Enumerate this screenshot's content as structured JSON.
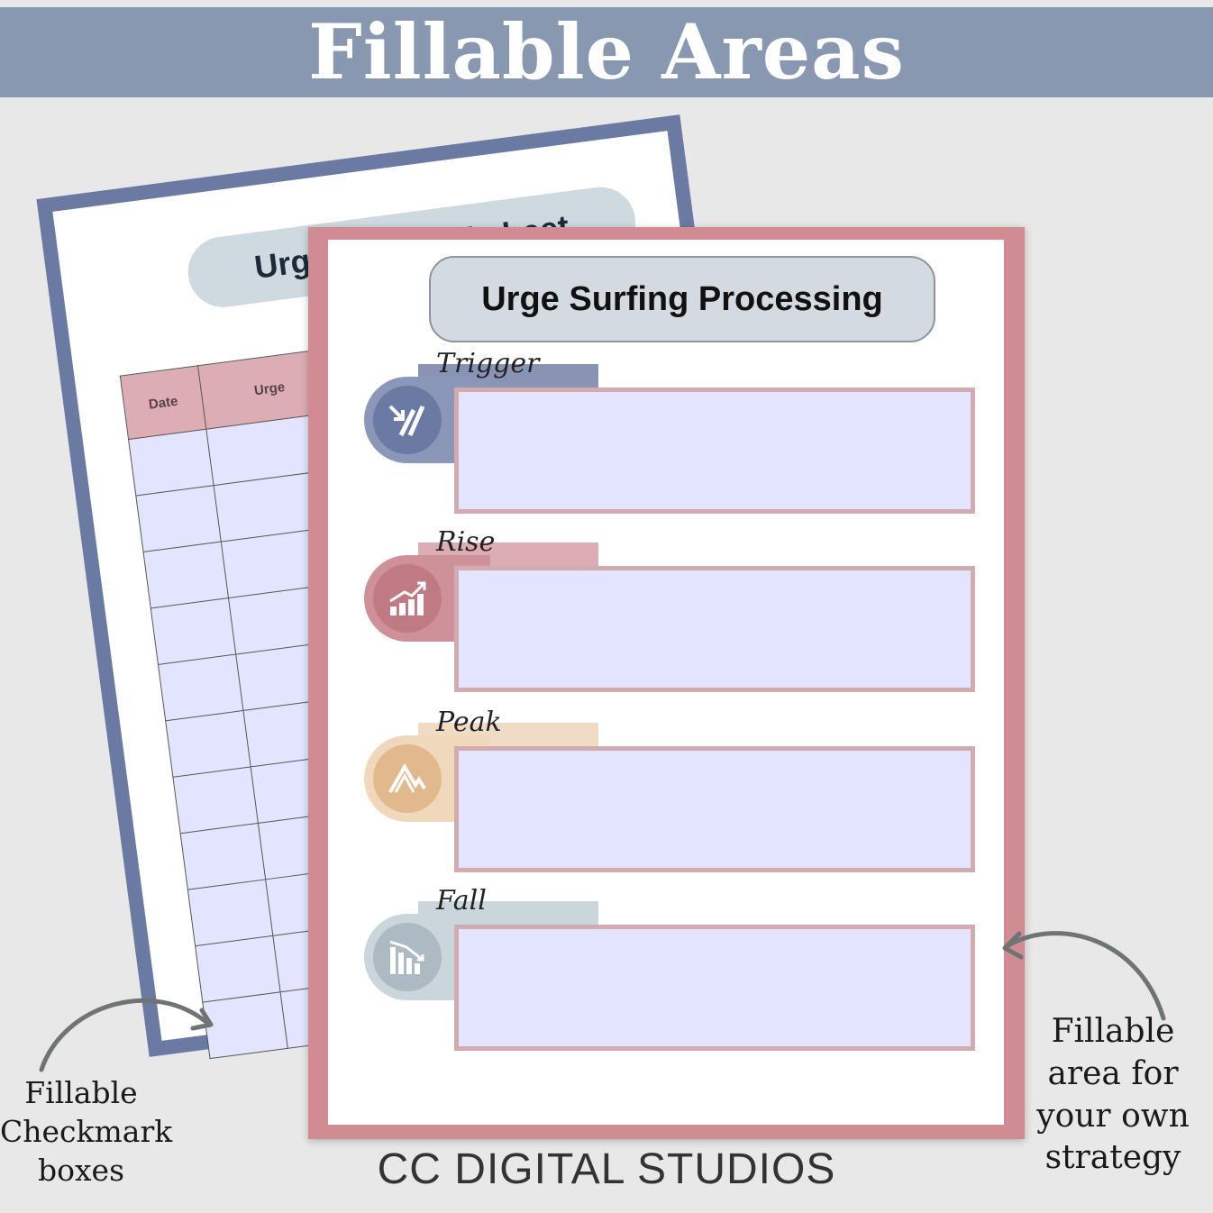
{
  "banner": {
    "title": "Fillable Areas"
  },
  "urge_log": {
    "title": "Urge Log Worksheet",
    "columns": [
      "Date",
      "Urge"
    ],
    "row_count": 11
  },
  "urge_surfing": {
    "title": "Urge Surfing Processing",
    "sections": [
      {
        "label": "Trigger",
        "icon": "trigger-icon",
        "color": "#8994b5",
        "pill_color": "#8a97b9"
      },
      {
        "label": "Rise",
        "icon": "rise-icon",
        "color": "#dcaeb3",
        "pill_color": "#cf9199"
      },
      {
        "label": "Peak",
        "icon": "peak-icon",
        "color": "#f0dcc5",
        "pill_color": "#e2b98d"
      },
      {
        "label": "Fall",
        "icon": "fall-icon",
        "color": "#cbd6dc",
        "pill_color": "#aebac3"
      }
    ]
  },
  "brand": "CC DIGITAL STUDIOS",
  "notes": {
    "left": [
      "Fillable",
      "Checkmark",
      "boxes"
    ],
    "right": [
      "Fillable",
      "area for",
      "your own",
      "strategy"
    ]
  }
}
